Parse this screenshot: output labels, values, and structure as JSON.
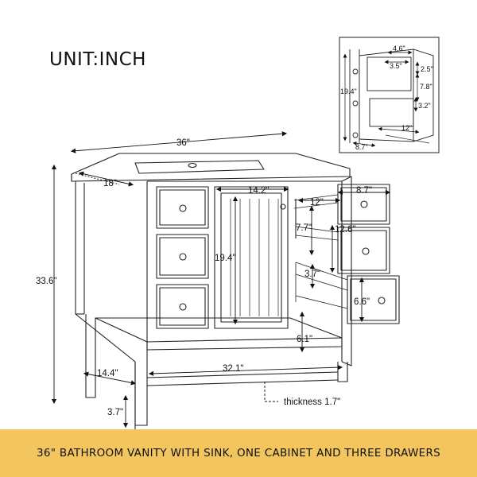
{
  "unit_title": "UNIT:INCH",
  "dimensions": {
    "width": "36\"",
    "depth": "18\"",
    "height": "33.6\"",
    "door_width": "14.2\"",
    "door_height": "19.4\"",
    "inner_depth": "12\"",
    "drawer_width": "8.7\"",
    "drawer_height_upper": "7.7\"",
    "drawer_height_mid": "12.6\"",
    "drawer_height_lower": "3.7\"",
    "drawer_height_side": "6.6\"",
    "shelf_gap": "6.1\"",
    "shelf_width": "32.1\"",
    "side_depth": "14.4\"",
    "leg_height": "3.7\"",
    "shelf_thickness": "thickness 1.7\""
  },
  "inset": {
    "top_width": "4.6\"",
    "inner_width": "3.5\"",
    "top_height": "2.5\"",
    "height": "19.4\"",
    "mid_height": "7.8\"",
    "low_height": "3.2\"",
    "depth": "12\"",
    "drawer_width": "8.7\""
  },
  "banner_text": "36\" BATHROOM VANITY WITH SINK, ONE CABINET AND THREE DRAWERS"
}
